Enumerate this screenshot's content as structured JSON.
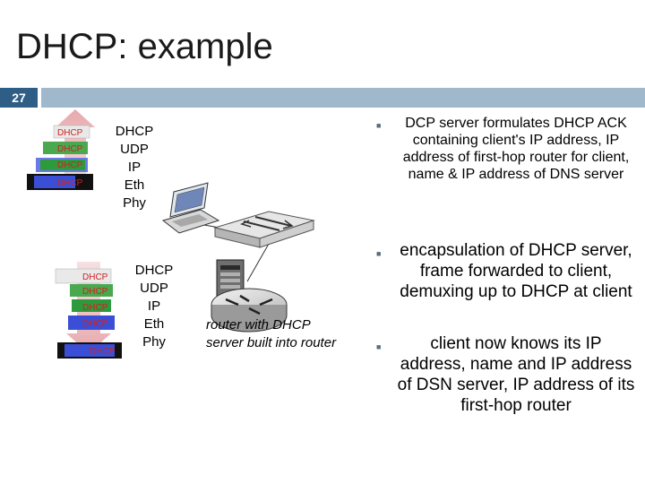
{
  "header": {
    "title": "DHCP: example",
    "slide_number": "27"
  },
  "packet_label": "DHCP",
  "client_stack": [
    "DHCP",
    "UDP",
    "IP",
    "Eth",
    "Phy"
  ],
  "router_stack": [
    "DHCP",
    "UDP",
    "IP",
    "Eth",
    "Phy"
  ],
  "router_caption": "router with DHCP server built into router",
  "bullets": [
    "DCP server formulates DHCP ACK containing client's IP address, IP address of first-hop router for client, name & IP address of DNS server",
    "encapsulation of DHCP server, frame forwarded to client, demuxing up to DHCP at client",
    "client now knows its IP address, name and IP address of DSN server, IP address of its first-hop router"
  ],
  "colors": {
    "header_bar": "#9fb8cc",
    "slide_number_bg": "#2e5e86",
    "arrow": "#e7a9ad",
    "dhcp_text": "#d22020"
  }
}
